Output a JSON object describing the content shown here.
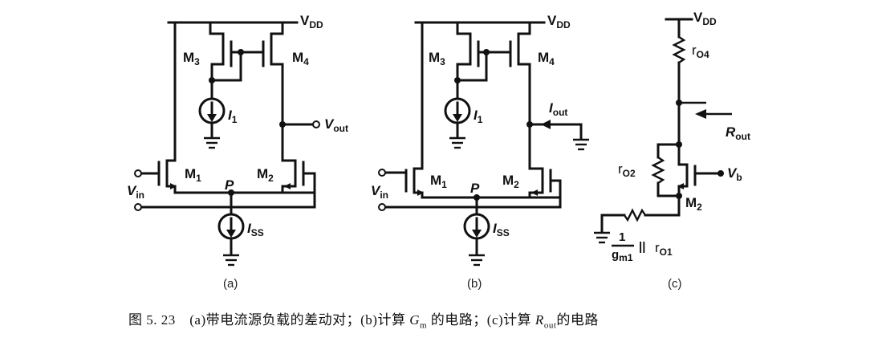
{
  "labels": {
    "vdd": "V",
    "vdd_sub": "DD",
    "m3": "M",
    "m3_sub": "3",
    "m4": "M",
    "m4_sub": "4",
    "m1": "M",
    "m1_sub": "1",
    "m2": "M",
    "m2_sub": "2",
    "i1": "I",
    "i1_sub": "1",
    "vout": "V",
    "vout_sub": "out",
    "iout": "I",
    "iout_sub": "out",
    "vin": "V",
    "vin_sub": "in",
    "p": "P",
    "iss": "I",
    "iss_sub": "SS",
    "ro4": "r",
    "ro4_sub": "O4",
    "ro2": "r",
    "ro2_sub": "O2",
    "ro1": "r",
    "ro1_sub": "O1",
    "rout": "R",
    "rout_sub": "out",
    "vb": "V",
    "vb_sub": "b",
    "frac_num": "1",
    "frac_den": "g",
    "frac_den_sub": "m1",
    "parallel": "||"
  },
  "panels": {
    "a": "(a)",
    "b": "(b)",
    "c": "(c)"
  },
  "caption": {
    "prefix": "图 5. 23　(a)带电流源负载的差动对；(b)计算 ",
    "gm_main": "G",
    "gm_sub": "m",
    "middle": " 的电路；(c)计算 ",
    "rout_main": "R",
    "rout_sub": "out",
    "suffix": "的电路"
  }
}
